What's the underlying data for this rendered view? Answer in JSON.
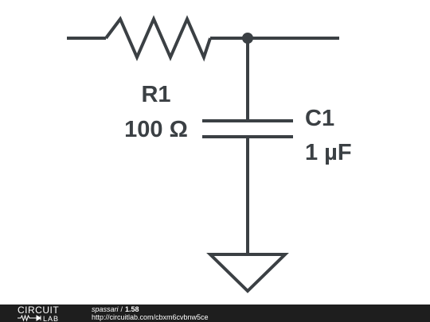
{
  "schematic": {
    "components": [
      {
        "ref": "R1",
        "value": "100 Ω",
        "type": "resistor"
      },
      {
        "ref": "C1",
        "value": "1 µF",
        "type": "capacitor"
      },
      {
        "ref": "",
        "value": "",
        "type": "ground"
      }
    ],
    "wire_color": "#3b4044"
  },
  "footer": {
    "logo_top": "CIRCUIT",
    "logo_bottom": "LAB",
    "author": "spassari",
    "separator": "/",
    "version": "1.58",
    "url": "http://circuitlab.com/cbxm6cvbnw5ce",
    "background": "#1e1e1e"
  }
}
